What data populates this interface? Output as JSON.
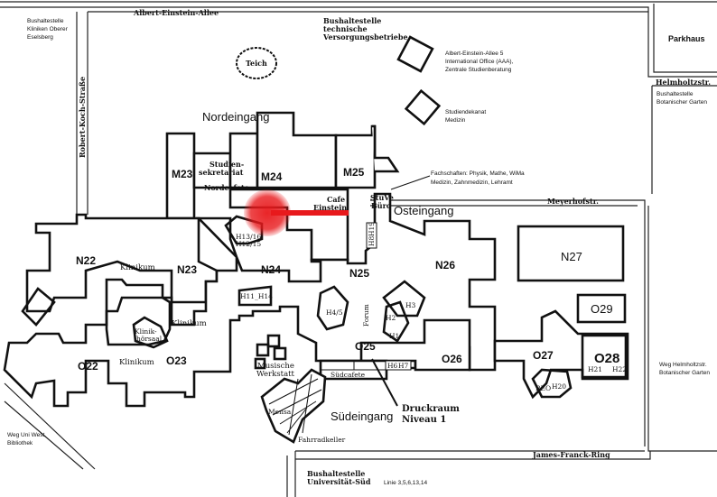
{
  "roads": {
    "albert_einstein_allee": "Albert-Einstein-Allee",
    "robert_koch_strasse": "Robert-Koch-Straße",
    "helmholtzstr": "Helmholtzstr.",
    "meyerhofstr": "Meyerhofstr.",
    "james_franck_ring": "James-Franck-Ring",
    "parkhaus": "Parkhaus"
  },
  "bus_stops": {
    "kliniken": [
      "Bushaltestelle",
      "Kliniken Oberer",
      "Eselsberg"
    ],
    "versorgung": [
      "Bushaltestelle",
      "technische",
      "Versorgungsbetriebe"
    ],
    "botanischer": [
      "Bushaltestelle",
      "Botanischer Garten"
    ],
    "universitaet_sued": [
      "Bushaltestelle",
      "Universität-Süd"
    ],
    "lines": "Linie 3,5,6,13,14"
  },
  "info": {
    "aaa": [
      "Albert-Einstein-Allee 5",
      "International Office (AAA),",
      "Zentrale Studienberatung"
    ],
    "dekanat": [
      "Studiendekanat",
      "Medizin"
    ],
    "fachschaften": [
      "Fachschaften: Physik, Mathe, WiMa",
      "Medizin, Zahnmedizin, Lehramt"
    ],
    "weg_helmholtz": [
      "Weg Helmholtzstr.",
      "Botanischer Garten"
    ],
    "weg_uni_west": [
      "Weg Uni West,",
      "Bibliothek"
    ]
  },
  "entrances": {
    "nord": "Nordeingang",
    "ost": "Osteingang",
    "sued": "Südeingang"
  },
  "buildings": {
    "m23": "M23",
    "m24": "M24",
    "m25": "M25",
    "n22": "N22",
    "n23": "N23",
    "n24": "N24",
    "n25": "N25",
    "n26": "N26",
    "n27": "N27",
    "o22": "O22",
    "o23": "O23",
    "o25": "O25",
    "o26": "O26",
    "o27": "O27",
    "o28": "O28",
    "o29": "O29"
  },
  "places": {
    "teich": "Teich",
    "studiensekretariat": [
      "Studien-",
      "sekretariat"
    ],
    "nordcafete": "Nordcafete",
    "cafe_einstein": [
      "Cafe",
      "Einstein"
    ],
    "stuve": [
      "StuVe",
      "Büro"
    ],
    "klinikum": "Klinikum",
    "klinikhoersaal": [
      "Klinik-",
      "hörsaal"
    ],
    "forum": "Forum",
    "musische": [
      "Musische",
      "Werkstatt"
    ],
    "suedcafete": "Südcafete",
    "mensa": "Mensa",
    "fahrradkeller": "Fahrradkeller",
    "druckraum": [
      "Druckraum",
      "Niveau 1"
    ],
    "beo": "BEO"
  },
  "halls": {
    "h13_16": "H13/16",
    "h12_15": "H12/15",
    "h11_h14": "H11_H14",
    "h45": "H4/5",
    "h1": "H1",
    "h2": "H2",
    "h3": "H3",
    "h6": "H6",
    "h7": "H7",
    "h8": "H8",
    "h19": "H19",
    "h20": "H20",
    "h21": "H21",
    "h22": "H22"
  },
  "marker_color": "#e8191c"
}
